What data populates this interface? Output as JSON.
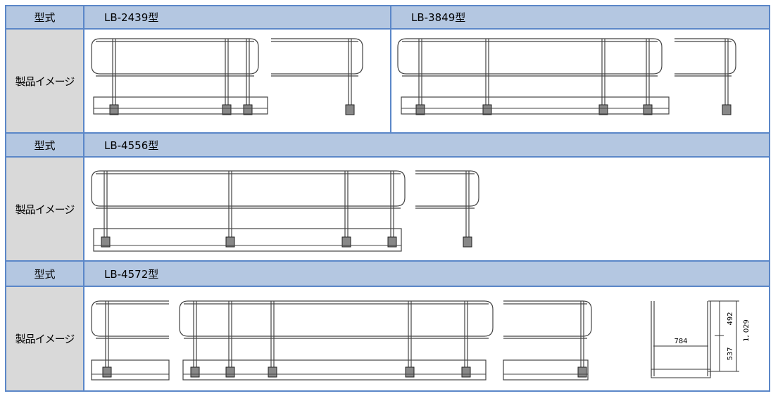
{
  "header_label": "型式",
  "image_label": "製品イメージ",
  "models": [
    {
      "name": "LB-2439型"
    },
    {
      "name": "LB-3849型"
    },
    {
      "name": "LB-4556型"
    },
    {
      "name": "LB-4572型"
    }
  ],
  "dimensions": {
    "width": "784",
    "upper": "492",
    "lower": "537",
    "total": "1, 029"
  },
  "colors": {
    "border": "#5b87c8",
    "header": "#b4c7e1",
    "label": "#d9d9d9"
  }
}
